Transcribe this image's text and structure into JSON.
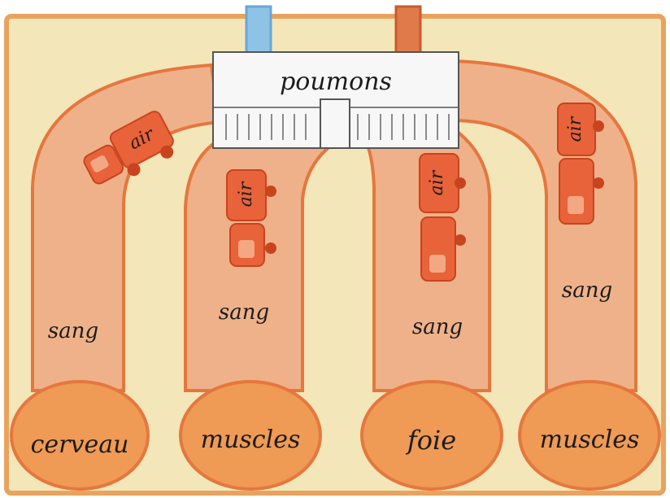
{
  "lungs_label": "poumons",
  "organs": [
    {
      "label": "cerveau"
    },
    {
      "label": "muscles"
    },
    {
      "label": "foie"
    },
    {
      "label": "muscles"
    }
  ],
  "vessel_label": "sang",
  "cargo_label": "air",
  "colors": {
    "background": "#f3e6b8",
    "border": "#e9a35f",
    "vessel_fill": "#efb189",
    "vessel_edge": "#e5773e",
    "organ_fill": "#ef9a55",
    "truck": "#e8623a",
    "pipe_blue": "#8fc3e6",
    "pipe_red": "#e07a4a",
    "building": "#f7f7f7"
  }
}
